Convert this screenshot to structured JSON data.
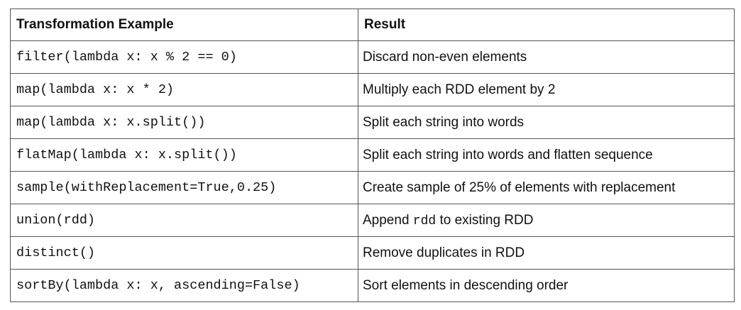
{
  "table": {
    "headers": [
      "Transformation Example",
      "Result"
    ],
    "rows": [
      {
        "transformation": "filter(lambda x: x % 2 == 0)",
        "result": "Discard non-even elements"
      },
      {
        "transformation": "map(lambda x: x * 2)",
        "result": "Multiply each RDD element by 2"
      },
      {
        "transformation": "map(lambda x: x.split())",
        "result": "Split each string into words"
      },
      {
        "transformation": "flatMap(lambda x: x.split())",
        "result": "Split each string into words and flatten sequence"
      },
      {
        "transformation": "sample(withReplacement=True,0.25)",
        "result": "Create sample of 25% of elements with replacement"
      },
      {
        "transformation": "union(rdd)",
        "result_parts": [
          "Append ",
          "rdd",
          " to existing RDD"
        ]
      },
      {
        "transformation": "distinct()",
        "result": "Remove duplicates in RDD"
      },
      {
        "transformation": "sortBy(lambda x: x, ascending=False)",
        "result": "Sort elements in descending order"
      }
    ]
  }
}
